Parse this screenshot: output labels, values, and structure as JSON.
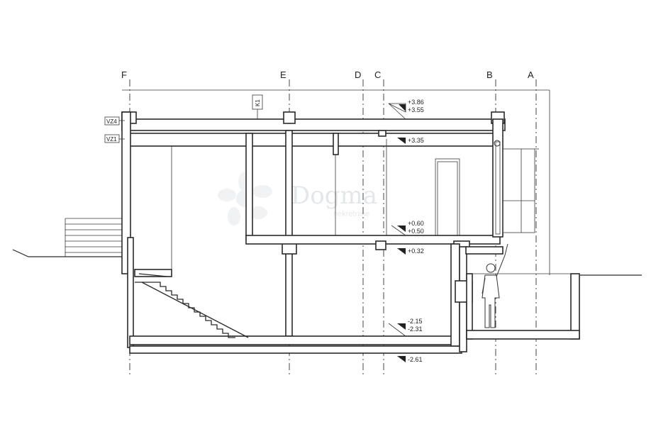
{
  "axes": [
    "F",
    "E",
    "D",
    "C",
    "B",
    "A"
  ],
  "level_tags": [
    "VZ4",
    "VZ1"
  ],
  "section_tag": "K1",
  "levels": {
    "top_a": "+3.86",
    "top_b": "+3.55",
    "roof": "+3.35",
    "floor_a": "+0.60",
    "floor_b": "+0.50",
    "mid": "+0.32",
    "base_a": "-2.15",
    "base_b": "-2.31",
    "foundation": "-2.61"
  },
  "watermark": {
    "brand": "Dogma",
    "sub": "nekretnine"
  },
  "colors": {
    "ink": "#2a2a2a",
    "watermark": "#e4e7ea",
    "background": "#ffffff"
  }
}
